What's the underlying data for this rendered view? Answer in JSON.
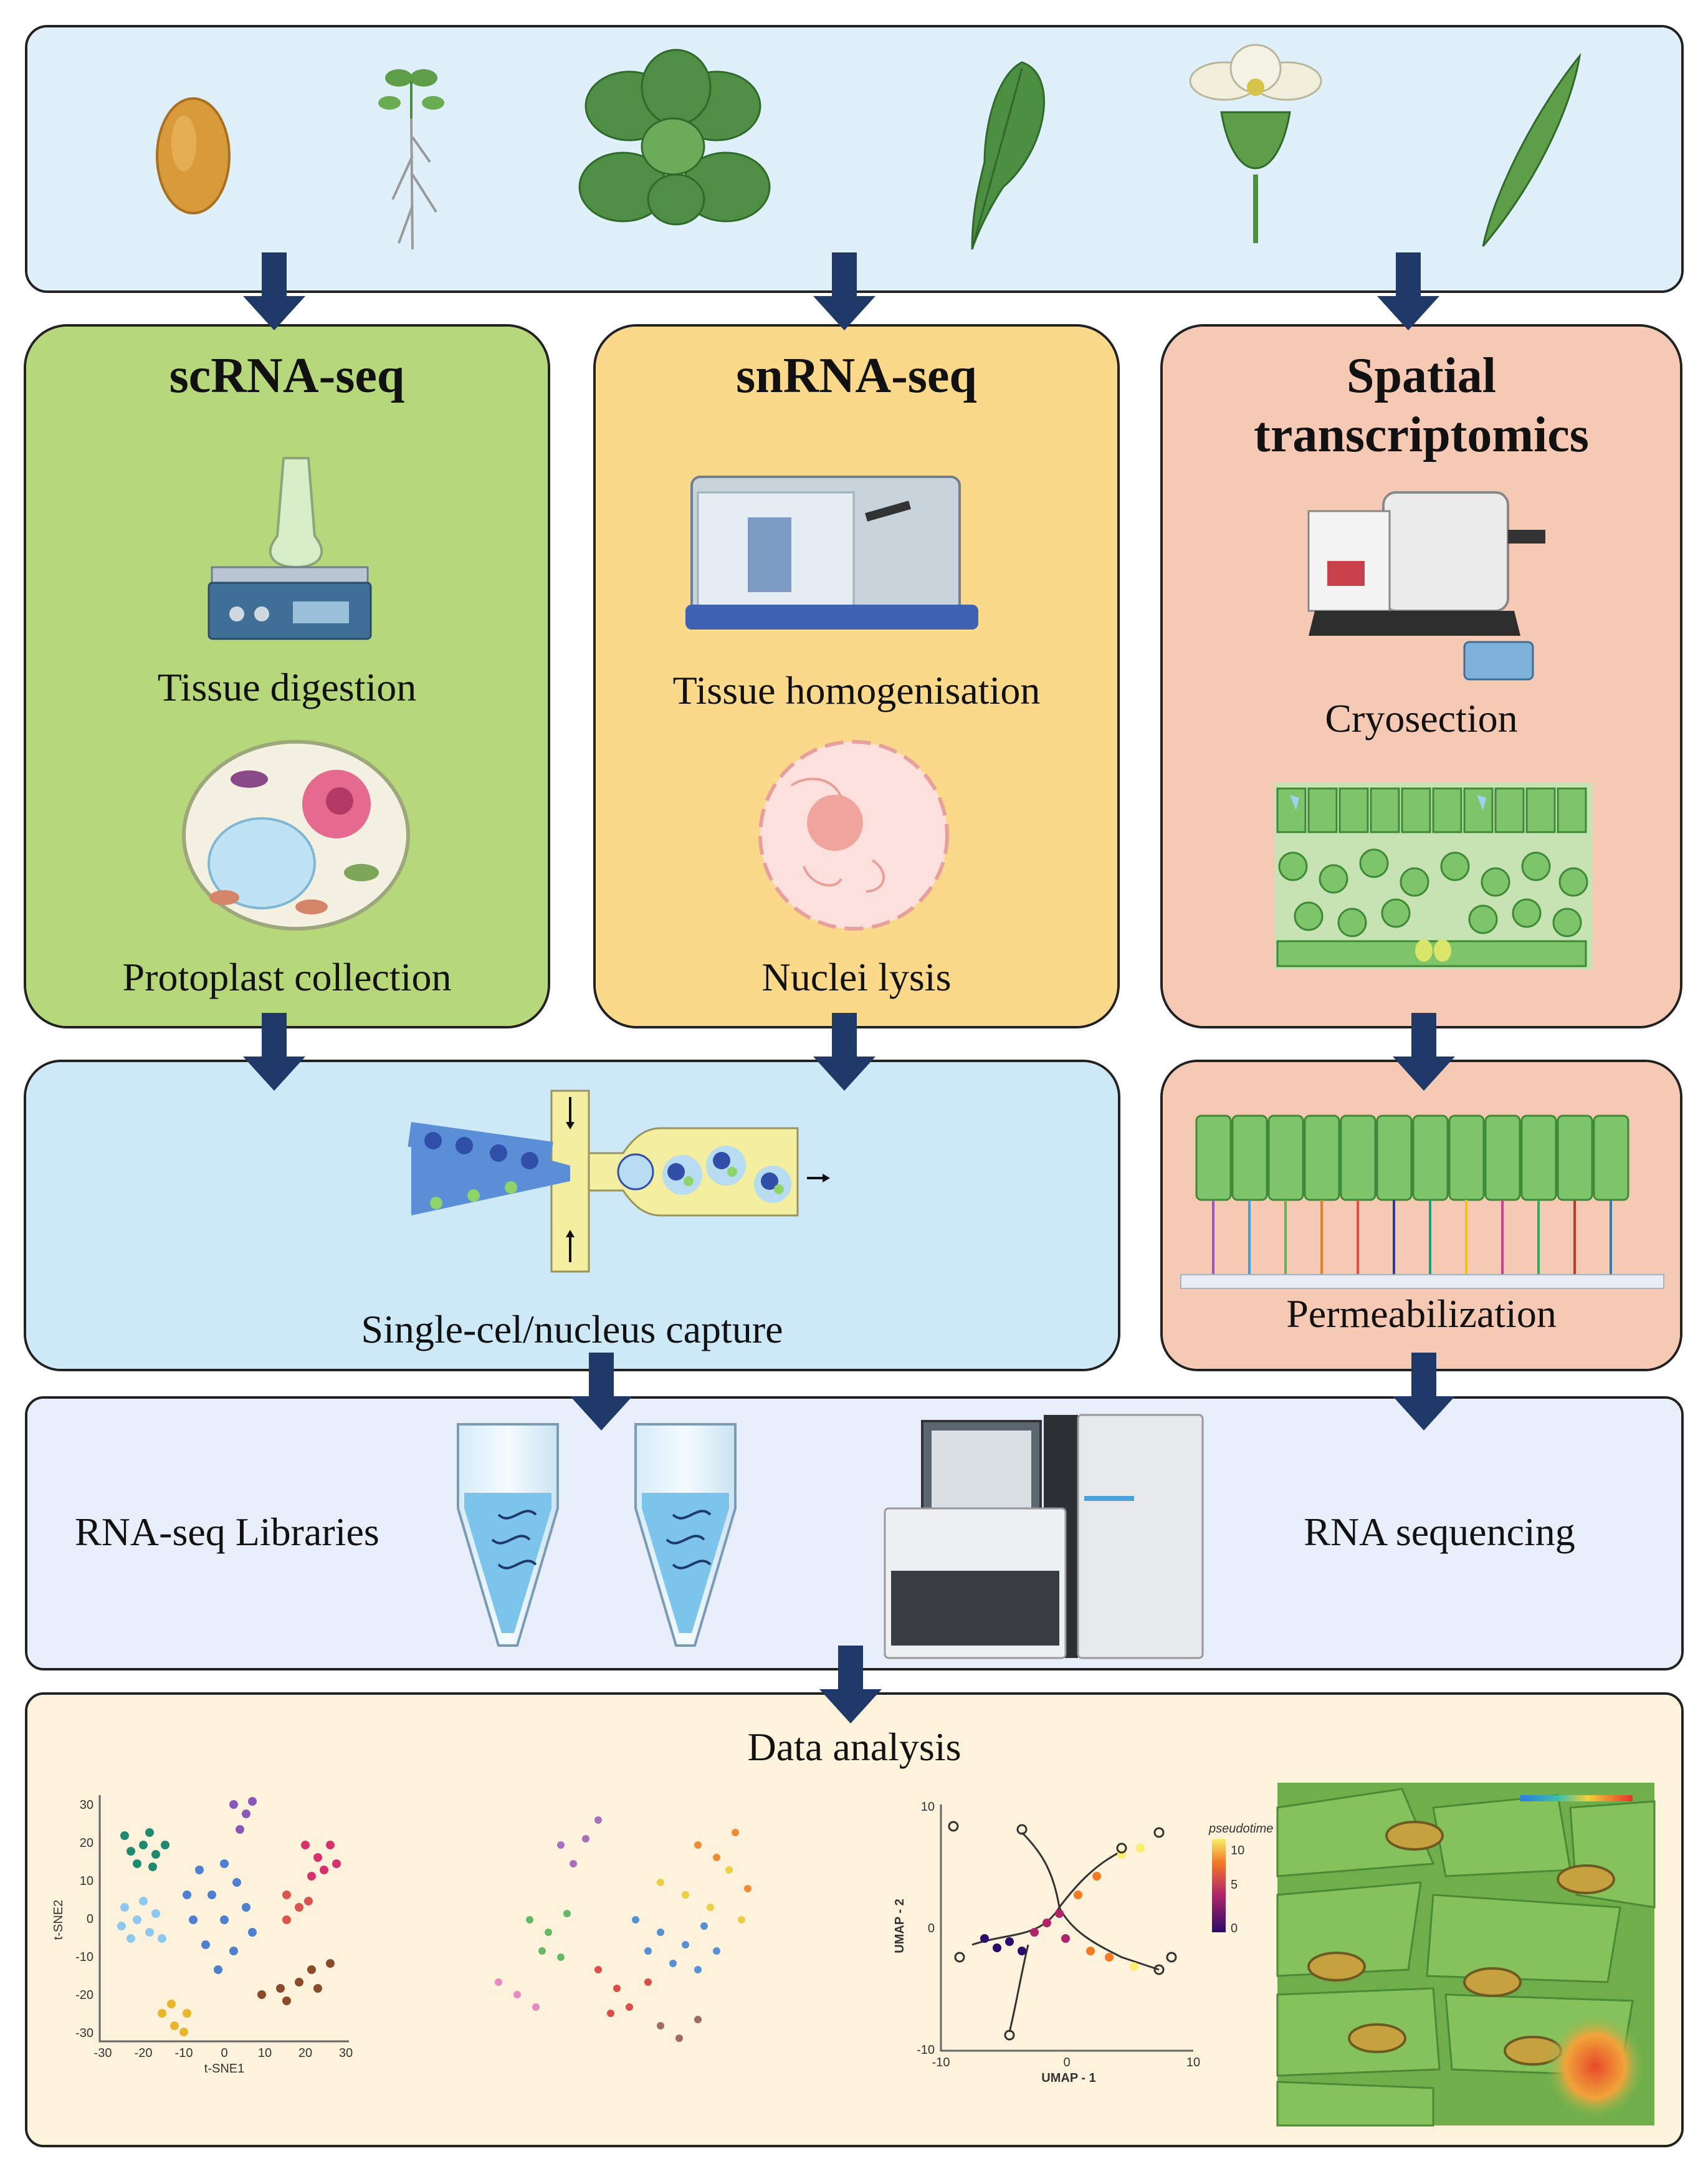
{
  "top_panel": {
    "organisms": [
      "seed",
      "seedling",
      "rosette",
      "leaf",
      "flower",
      "silique"
    ]
  },
  "scrna": {
    "title": "scRNA-seq",
    "step1": "Tissue digestion",
    "step2": "Protoplast collection"
  },
  "snrna": {
    "title": "snRNA-seq",
    "step1": "Tissue homogenisation",
    "step2": "Nuclei lysis"
  },
  "spatial": {
    "title_line1": "Spatial",
    "title_line2": "transcriptomics",
    "step1": "Cryosection",
    "step2": "Permeabilization"
  },
  "capture": {
    "label": "Single-cel/nucleus capture"
  },
  "sequencing": {
    "left_label": "RNA-seq Libraries",
    "right_label": "RNA sequencing"
  },
  "analysis": {
    "title": "Data analysis",
    "tsne": {
      "xlabel": "t-SNE1",
      "ylabel": "t-SNE2",
      "xticks": [
        "-30",
        "-20",
        "-10",
        "0",
        "10",
        "20",
        "30"
      ],
      "yticks": [
        "30",
        "20",
        "10",
        "0",
        "-10",
        "-20",
        "-30"
      ]
    },
    "umap": {
      "xlabel": "UMAP - 1",
      "ylabel": "UMAP - 2",
      "xticks": [
        "-10",
        "0",
        "10"
      ],
      "yticks": [
        "10",
        "0",
        "-10"
      ],
      "legend_title": "pseudotime",
      "legend_ticks": [
        "10",
        "5",
        "0"
      ]
    }
  },
  "colors": {
    "top_bg": "#dff0fa",
    "scrna_bg": "#b7d87a",
    "snrna_bg": "#fbd98a",
    "spatial_bg": "#f6c9b4",
    "capture_bg": "#cde8f7",
    "seq_bg": "#e8eefa",
    "analysis_bg": "#fdf3dc",
    "arrow": "#1f3a68"
  }
}
